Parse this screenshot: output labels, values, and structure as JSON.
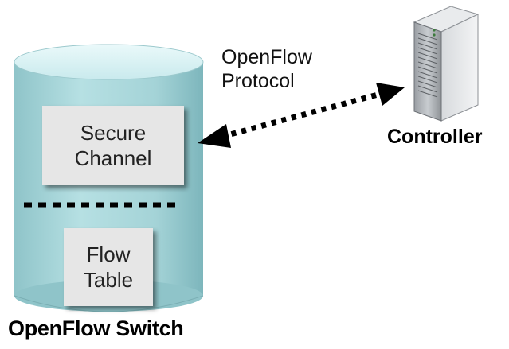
{
  "switch": {
    "title": "OpenFlow Switch",
    "secure_channel": [
      "Secure",
      "Channel"
    ],
    "flow_table": [
      "Flow",
      "Table"
    ]
  },
  "controller": {
    "title": "Controller",
    "icon": "server-tower-icon"
  },
  "link": {
    "label": [
      "OpenFlow",
      "Protocol"
    ],
    "style": "dotted-bidirectional-arrow"
  },
  "colors": {
    "cylinder_top": "#d8f2f4",
    "cylinder_body": "#a9d6da",
    "box_fill": "#e6e6e6",
    "arrow": "#000000"
  }
}
